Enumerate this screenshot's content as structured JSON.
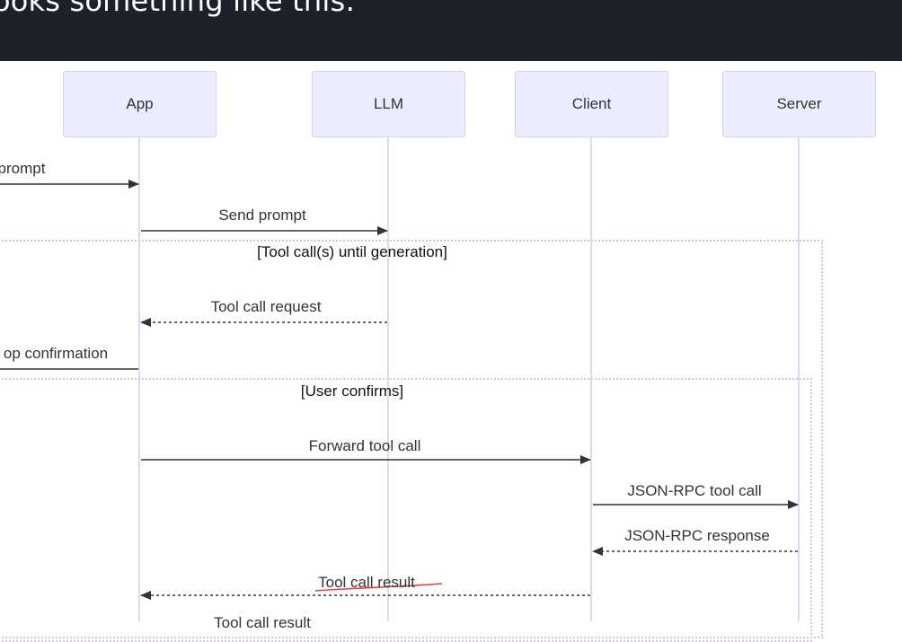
{
  "header": {
    "title": "ooks something like this:"
  },
  "participants": [
    {
      "id": "app",
      "label": "App"
    },
    {
      "id": "llm",
      "label": "LLM"
    },
    {
      "id": "client",
      "label": "Client"
    },
    {
      "id": "server",
      "label": "Server"
    }
  ],
  "frames": {
    "loop": {
      "label": "[Tool call(s) until generation]"
    },
    "confirm": {
      "label": "[User confirms]"
    }
  },
  "messages": [
    {
      "label": "prompt",
      "from": "user",
      "to": "app",
      "style": "solid"
    },
    {
      "label": "Send prompt",
      "from": "app",
      "to": "llm",
      "style": "solid"
    },
    {
      "label": "Tool call request",
      "from": "llm",
      "to": "app",
      "style": "dashed"
    },
    {
      "label": "op confirmation",
      "from": "app",
      "to": "user",
      "style": "solid"
    },
    {
      "label": "Forward tool call",
      "from": "app",
      "to": "client",
      "style": "solid"
    },
    {
      "label": "JSON-RPC tool call",
      "from": "client",
      "to": "server",
      "style": "solid"
    },
    {
      "label": "JSON-RPC response",
      "from": "server",
      "to": "client",
      "style": "dashed"
    },
    {
      "label": "Tool call result",
      "from": "client",
      "to": "app",
      "style": "dashed"
    },
    {
      "label": "Tool call result",
      "from": "app",
      "to": "llm",
      "style": "dashed"
    }
  ],
  "colors": {
    "header_bg": "#1e2129",
    "actor_fill": "#ececff",
    "actor_border": "#d4d2f2",
    "lifeline": "#dcdaf3",
    "arrow": "#333333",
    "annotation": "#e53935"
  }
}
